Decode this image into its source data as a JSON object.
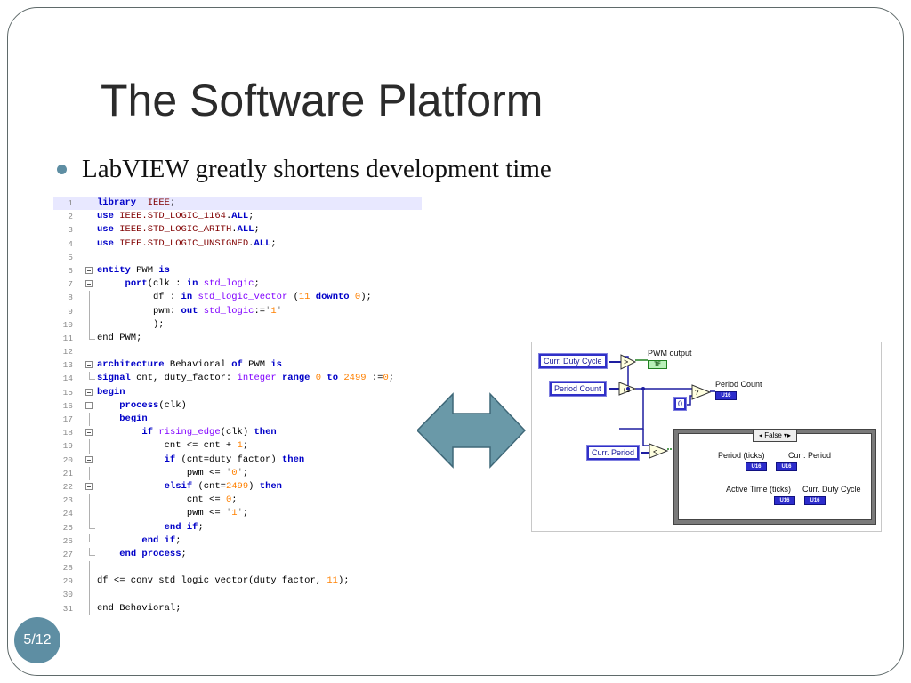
{
  "slide": {
    "title": "The Software Platform",
    "bullet": "LabVIEW greatly shortens development time",
    "page_number": "5/12"
  },
  "colors": {
    "accent": "#5e8ea3",
    "arrow_fill": "#6a99a8",
    "keyword": "#0000c8",
    "number": "#ff8000",
    "type": "#8000ff",
    "package": "#800000"
  },
  "code": {
    "lines": [
      {
        "n": "1",
        "segs": [
          [
            "kw",
            "library"
          ],
          [
            "",
            "  "
          ],
          [
            "pk",
            "IEEE"
          ],
          [
            "",
            ";"
          ]
        ]
      },
      {
        "n": "2",
        "segs": [
          [
            "kw",
            "use"
          ],
          [
            "",
            " "
          ],
          [
            "pk",
            "IEEE.STD_LOGIC_1164"
          ],
          [
            "",
            "."
          ],
          [
            "kw",
            "ALL"
          ],
          [
            "",
            ";"
          ]
        ]
      },
      {
        "n": "3",
        "segs": [
          [
            "kw",
            "use"
          ],
          [
            "",
            " "
          ],
          [
            "pk",
            "IEEE.STD_LOGIC_ARITH"
          ],
          [
            "",
            "."
          ],
          [
            "kw",
            "ALL"
          ],
          [
            "",
            ";"
          ]
        ]
      },
      {
        "n": "4",
        "segs": [
          [
            "kw",
            "use"
          ],
          [
            "",
            " "
          ],
          [
            "pk",
            "IEEE.STD_LOGIC_UNSIGNED"
          ],
          [
            "",
            "."
          ],
          [
            "kw",
            "ALL"
          ],
          [
            "",
            ";"
          ]
        ]
      },
      {
        "n": "5",
        "segs": []
      },
      {
        "n": "6",
        "segs": [
          [
            "kw",
            "entity"
          ],
          [
            "",
            " PWM "
          ],
          [
            "kw",
            "is"
          ]
        ]
      },
      {
        "n": "7",
        "segs": [
          [
            "",
            "     "
          ],
          [
            "kw",
            "port"
          ],
          [
            "",
            "(clk : "
          ],
          [
            "kw",
            "in"
          ],
          [
            "",
            " "
          ],
          [
            "ty",
            "std_logic"
          ],
          [
            "",
            ";"
          ]
        ]
      },
      {
        "n": "8",
        "segs": [
          [
            "",
            "          df : "
          ],
          [
            "kw",
            "in"
          ],
          [
            "",
            " "
          ],
          [
            "ty",
            "std_logic_vector"
          ],
          [
            "",
            " ("
          ],
          [
            "nm",
            "11"
          ],
          [
            "",
            " "
          ],
          [
            "kw",
            "downto"
          ],
          [
            "",
            " "
          ],
          [
            "nm",
            "0"
          ],
          [
            "",
            ");"
          ]
        ]
      },
      {
        "n": "9",
        "segs": [
          [
            "",
            "          pwm: "
          ],
          [
            "kw",
            "out"
          ],
          [
            "",
            " "
          ],
          [
            "ty",
            "std_logic"
          ],
          [
            "",
            ":="
          ],
          [
            "st",
            "'"
          ],
          [
            "nm",
            "1"
          ],
          [
            "st",
            "'"
          ]
        ]
      },
      {
        "n": "10",
        "segs": [
          [
            "",
            "          );"
          ]
        ]
      },
      {
        "n": "11",
        "segs": [
          [
            "",
            "end PWM;"
          ]
        ]
      },
      {
        "n": "12",
        "segs": []
      },
      {
        "n": "13",
        "segs": [
          [
            "kw",
            "architecture"
          ],
          [
            "",
            " Behavioral "
          ],
          [
            "kw",
            "of"
          ],
          [
            "",
            " PWM "
          ],
          [
            "kw",
            "is"
          ]
        ]
      },
      {
        "n": "14",
        "segs": [
          [
            "kw",
            "signal"
          ],
          [
            "",
            " cnt, duty_factor: "
          ],
          [
            "ty",
            "integer"
          ],
          [
            "",
            " "
          ],
          [
            "kw",
            "range"
          ],
          [
            "",
            " "
          ],
          [
            "nm",
            "0"
          ],
          [
            "",
            " "
          ],
          [
            "kw",
            "to"
          ],
          [
            "",
            " "
          ],
          [
            "nm",
            "2499"
          ],
          [
            "",
            " :="
          ],
          [
            "nm",
            "0"
          ],
          [
            "",
            ";"
          ]
        ]
      },
      {
        "n": "15",
        "segs": [
          [
            "kw",
            "begin"
          ]
        ]
      },
      {
        "n": "16",
        "segs": [
          [
            "",
            "    "
          ],
          [
            "kw",
            "process"
          ],
          [
            "",
            "(clk)"
          ]
        ]
      },
      {
        "n": "17",
        "segs": [
          [
            "",
            "    "
          ],
          [
            "kw",
            "begin"
          ]
        ]
      },
      {
        "n": "18",
        "segs": [
          [
            "",
            "        "
          ],
          [
            "kw",
            "if"
          ],
          [
            "",
            " "
          ],
          [
            "ty",
            "rising_edge"
          ],
          [
            "",
            "(clk) "
          ],
          [
            "kw",
            "then"
          ]
        ]
      },
      {
        "n": "19",
        "segs": [
          [
            "",
            "            cnt <= cnt + "
          ],
          [
            "nm",
            "1"
          ],
          [
            "",
            ";"
          ]
        ]
      },
      {
        "n": "20",
        "segs": [
          [
            "",
            "            "
          ],
          [
            "kw",
            "if"
          ],
          [
            "",
            " (cnt=duty_factor) "
          ],
          [
            "kw",
            "then"
          ]
        ]
      },
      {
        "n": "21",
        "segs": [
          [
            "",
            "                pwm <= "
          ],
          [
            "st",
            "'"
          ],
          [
            "nm",
            "0"
          ],
          [
            "st",
            "'"
          ],
          [
            "",
            ";"
          ]
        ]
      },
      {
        "n": "22",
        "segs": [
          [
            "",
            "            "
          ],
          [
            "kw",
            "elsif"
          ],
          [
            "",
            " (cnt="
          ],
          [
            "nm",
            "2499"
          ],
          [
            "",
            ") "
          ],
          [
            "kw",
            "then"
          ]
        ]
      },
      {
        "n": "23",
        "segs": [
          [
            "",
            "                cnt <= "
          ],
          [
            "nm",
            "0"
          ],
          [
            "",
            ";"
          ]
        ]
      },
      {
        "n": "24",
        "segs": [
          [
            "",
            "                pwm <= "
          ],
          [
            "st",
            "'"
          ],
          [
            "nm",
            "1"
          ],
          [
            "st",
            "'"
          ],
          [
            "",
            ";"
          ]
        ]
      },
      {
        "n": "25",
        "segs": [
          [
            "",
            "            "
          ],
          [
            "kw",
            "end if"
          ],
          [
            "",
            ";"
          ]
        ]
      },
      {
        "n": "26",
        "segs": [
          [
            "",
            "        "
          ],
          [
            "kw",
            "end if"
          ],
          [
            "",
            ";"
          ]
        ]
      },
      {
        "n": "27",
        "segs": [
          [
            "",
            "    "
          ],
          [
            "kw",
            "end process"
          ],
          [
            "",
            ";"
          ]
        ]
      },
      {
        "n": "28",
        "segs": []
      },
      {
        "n": "29",
        "segs": [
          [
            "",
            "df <= conv_std_logic_vector(duty_factor, "
          ],
          [
            "nm",
            "11"
          ],
          [
            "",
            ");"
          ]
        ]
      },
      {
        "n": "30",
        "segs": []
      },
      {
        "n": "31",
        "segs": [
          [
            "",
            "end Behavioral;"
          ]
        ]
      }
    ]
  },
  "labview": {
    "curr_duty_cycle": "Curr. Duty Cycle",
    "pwm_output": "PWM output",
    "bool_ind": "TF",
    "period_count": "Period Count",
    "period_count_label": "Period Count",
    "u16": "U16",
    "const_zero": "0",
    "curr_period": "Curr. Period",
    "case_selector": "False",
    "period_ticks": "Period (ticks)",
    "curr_period_label": "Curr. Period",
    "active_time": "Active Time (ticks)",
    "curr_duty_label": "Curr. Duty Cycle"
  }
}
